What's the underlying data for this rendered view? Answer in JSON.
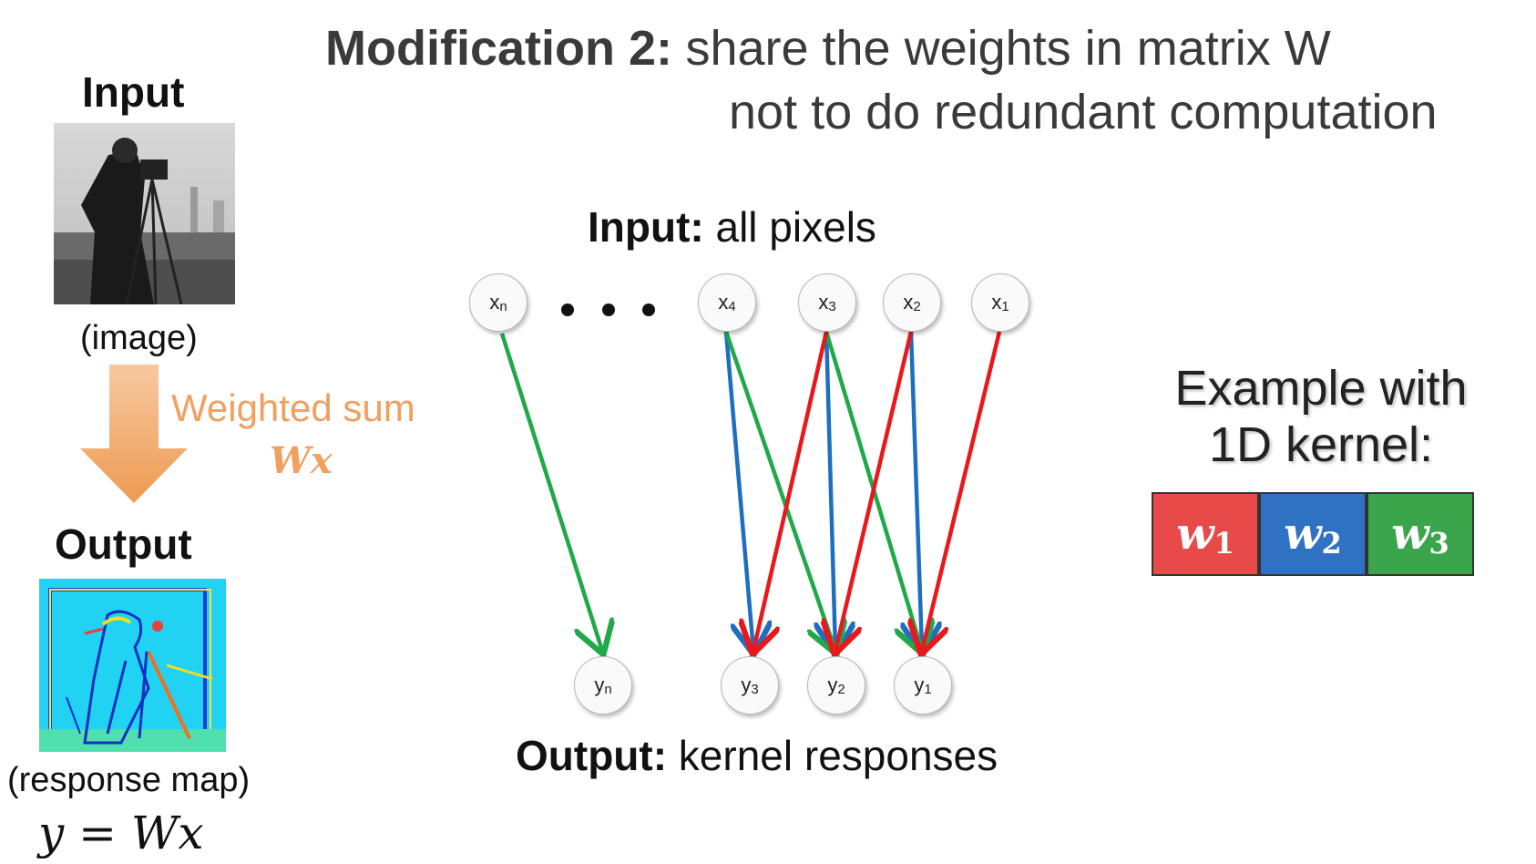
{
  "title": {
    "bold": "Modification 2:",
    "line1": "share the weights in matrix W",
    "line2": "not to do redundant computation"
  },
  "left": {
    "input_label": "Input",
    "image_caption": "(image)",
    "weighted_sum_label": "Weighted sum",
    "weighted_sum_math": "Wx",
    "output_label": "Output",
    "response_caption": "(response map)",
    "equation": "y = Wx"
  },
  "diagram": {
    "input_bold": "Input:",
    "input_rest": " all pixels",
    "output_bold": "Output:",
    "output_rest": " kernel responses",
    "input_nodes": [
      {
        "base": "x",
        "sub": "n"
      },
      {
        "base": "x",
        "sub": "4"
      },
      {
        "base": "x",
        "sub": "3"
      },
      {
        "base": "x",
        "sub": "2"
      },
      {
        "base": "x",
        "sub": "1"
      }
    ],
    "output_nodes": [
      {
        "base": "y",
        "sub": "n"
      },
      {
        "base": "y",
        "sub": "3"
      },
      {
        "base": "y",
        "sub": "2"
      },
      {
        "base": "y",
        "sub": "1"
      }
    ],
    "edge_colors": {
      "w1": "#e8181c",
      "w2": "#1f6fc0",
      "w3": "#20a84a"
    }
  },
  "kernel": {
    "heading_line1": "Example with",
    "heading_line2": "1D kernel:",
    "cells": [
      {
        "base": "w",
        "sub": "1",
        "color": "#e84a4a"
      },
      {
        "base": "w",
        "sub": "2",
        "color": "#2f72c4"
      },
      {
        "base": "w",
        "sub": "3",
        "color": "#3aa54a"
      }
    ]
  },
  "colors": {
    "arrow_orange": "#f0a060",
    "text_orange": "#f0a060"
  }
}
